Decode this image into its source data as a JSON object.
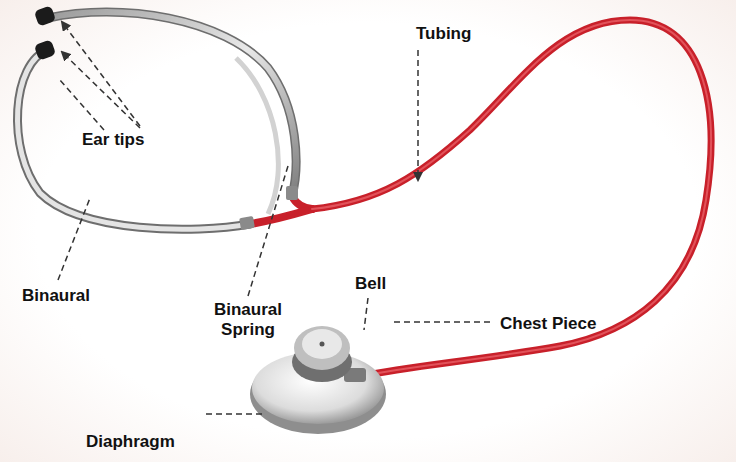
{
  "diagram": {
    "labels": [
      "Ear tips",
      "Tubing",
      "Binaural",
      "Binaural Spring",
      "Bell",
      "Chest Piece",
      "Diaphragm"
    ]
  }
}
